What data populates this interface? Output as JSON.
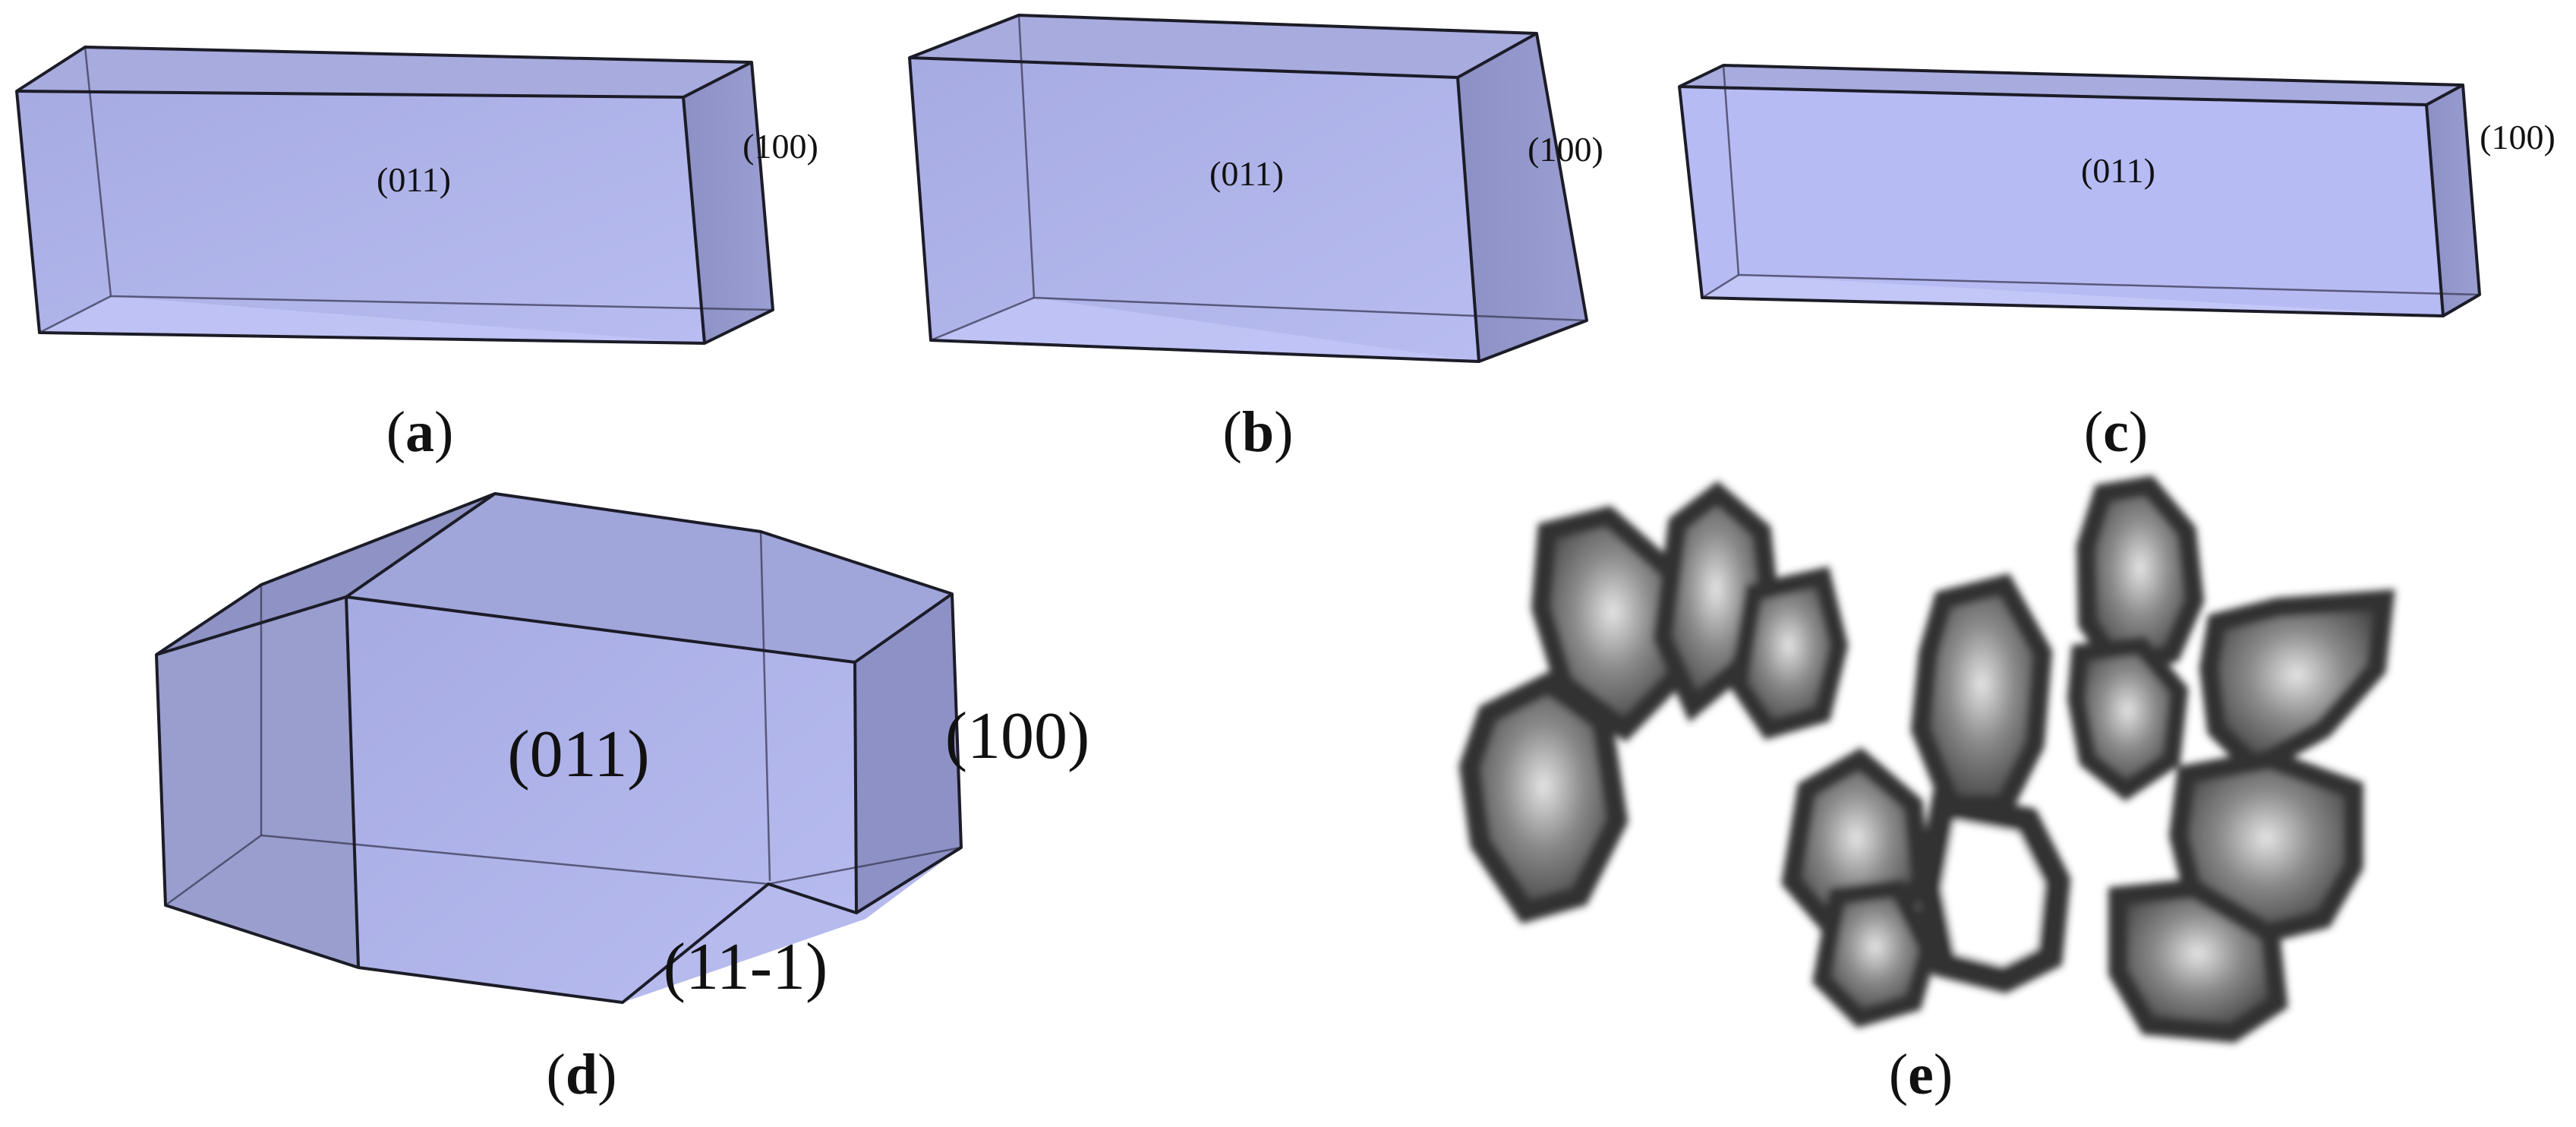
{
  "panels": {
    "a": {
      "caption_open": "(",
      "caption_letter": "a",
      "caption_close": ")",
      "front_face": "(011)",
      "side_face": "(100)"
    },
    "b": {
      "caption_open": "(",
      "caption_letter": "b",
      "caption_close": ")",
      "front_face": "(011)",
      "side_face": "(100)"
    },
    "c": {
      "caption_open": "(",
      "caption_letter": "c",
      "caption_close": ")",
      "front_face": "(011)",
      "side_face": "(100)"
    },
    "d": {
      "caption_open": "(",
      "caption_letter": "d",
      "caption_close": ")",
      "front_face": "(011)",
      "side_face": "(100)",
      "bottom_face": "(11-1)"
    },
    "e": {
      "caption_open": "(",
      "caption_letter": "e",
      "caption_close": ")"
    }
  },
  "colors": {
    "crystal_face": "#a9aee6",
    "crystal_face_dark": "#8f93c9",
    "crystal_edge": "#1c1c28",
    "photo_crystal": "#555555",
    "background": "#ffffff"
  }
}
